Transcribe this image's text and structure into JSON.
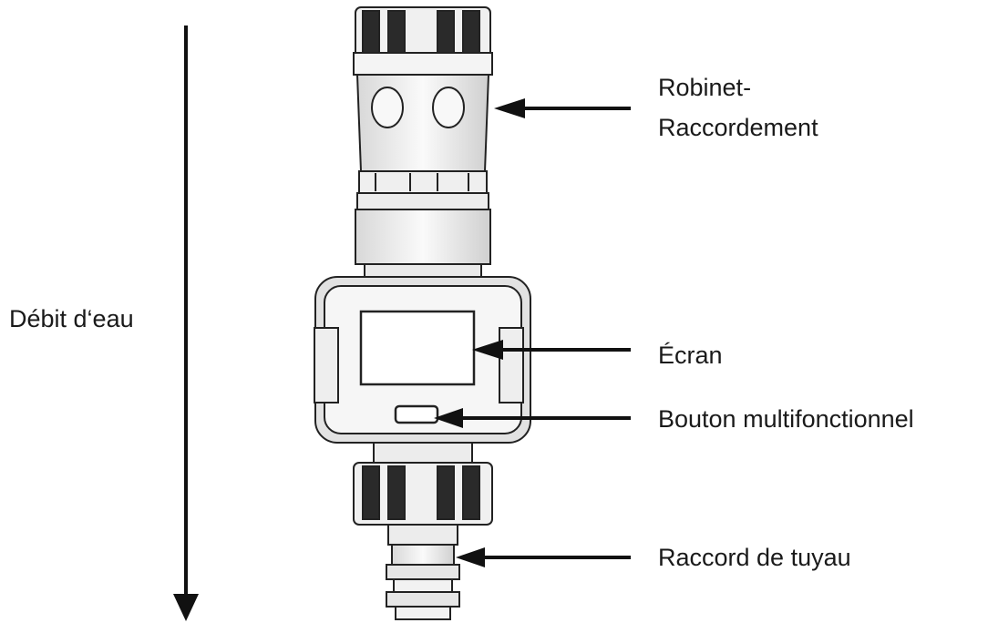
{
  "flow_label": "Débit d‘eau",
  "callouts": {
    "tap_connection_line1": "Robinet-",
    "tap_connection_line2": "Raccordement",
    "screen": "Écran",
    "multifunction_button": "Bouton multifonctionnel",
    "hose_connector": "Raccord de tuyau"
  },
  "colors": {
    "ink": "#111111",
    "device_fill": "#f4f4f4",
    "dark_band": "#2a2a2a"
  }
}
